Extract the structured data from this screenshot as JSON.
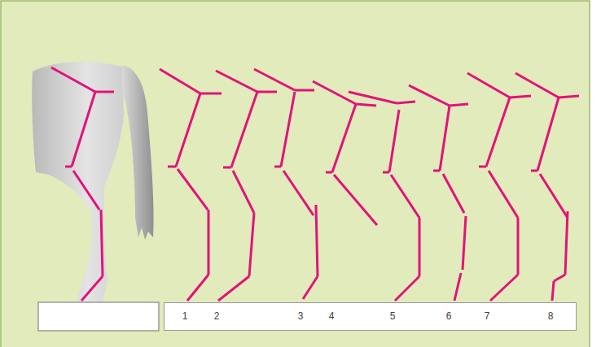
{
  "diagram": {
    "nodes": [
      {
        "text": [
          "1",
          "2",
          "3",
          "4",
          "5",
          "6",
          "7",
          "8"
        ]
      }
    ]
  }
}
